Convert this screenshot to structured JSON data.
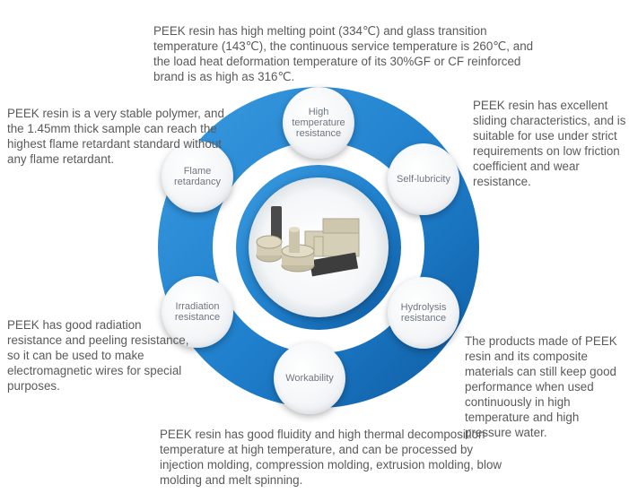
{
  "nodes": {
    "high_temp": "High\ntemperature\nresistance",
    "self_lub": "Self-lubricity",
    "hydrolysis": "Hydrolysis\nresistance",
    "workability": "Workability",
    "irradiation": "Irradiation\nresistance",
    "flame": "Flame\nretardancy"
  },
  "descriptions": {
    "top": "PEEK resin has high melting point (334℃) and glass transition temperature (143℃), the continuous service temperature is 260℃, and the load heat deformation temperature of its 30%GF or CF reinforced brand is as high as 316℃.",
    "left": "PEEK resin is a very stable polymer, and the 1.45mm thick sample can reach the highest flame retardant standard without any flame retardant.",
    "right": "PEEK resin has excellent sliding characteristics, and is suitable for use under strict requirements on low friction coefficient and wear resistance.",
    "lower_left": "PEEK has good radiation resistance and peeling resistance, so it can be used to make electromagnetic wires for special purposes.",
    "lower_right": "The products made of PEEK resin and its composite materials can still keep good performance when used continuously in high temperature and high pressure water.",
    "bottom": "PEEK resin has good fluidity and high thermal decomposition temperature at high temperature, and can be processed by injection molding, compression molding, extrusion molding, blow molding and melt spinning."
  },
  "colors": {
    "ring_dark": "#0f5fa8",
    "ring_light": "#2a8fd8",
    "product": "#c9c1a8"
  }
}
